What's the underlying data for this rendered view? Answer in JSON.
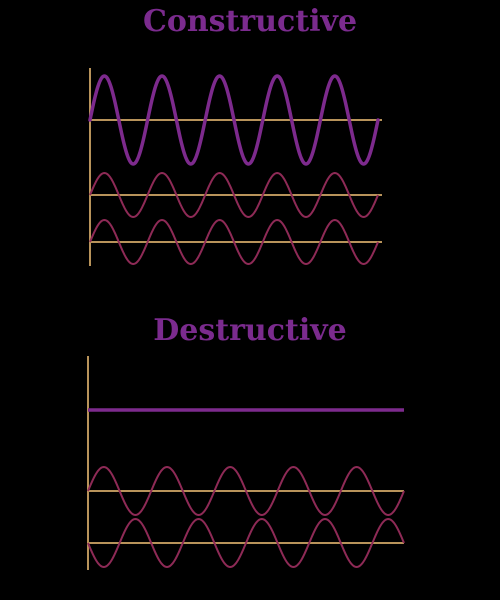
{
  "colors": {
    "background": "#000000",
    "title": "#7b2b8e",
    "result_wave": "#7d2a8d",
    "component_wave": "#8e2a56",
    "axis": "#b8935a"
  },
  "panels": [
    {
      "key": "constructive",
      "title": "Constructive",
      "result": {
        "cycles": 5,
        "amplitude": 2,
        "phase": "sine"
      },
      "components": [
        {
          "cycles": 5,
          "amplitude": 1,
          "phase": "sine"
        },
        {
          "cycles": 5,
          "amplitude": 1,
          "phase": "sine"
        }
      ]
    },
    {
      "key": "destructive",
      "title": "Destructive",
      "result": {
        "cycles": 0,
        "amplitude": 0,
        "phase": "flat"
      },
      "components": [
        {
          "cycles": 5,
          "amplitude": 1,
          "phase": "sine"
        },
        {
          "cycles": 5,
          "amplitude": 1,
          "phase": "inverted-sine"
        }
      ]
    }
  ]
}
